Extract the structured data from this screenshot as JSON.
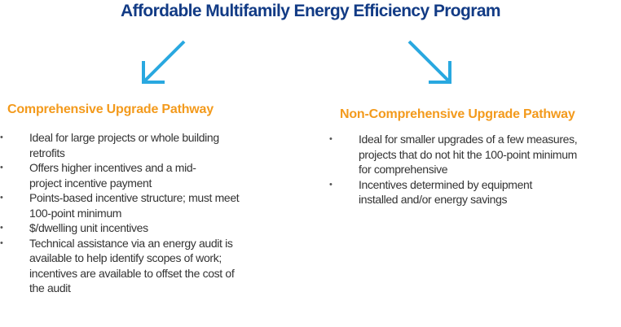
{
  "title": "Affordable Multifamily Energy Efficiency Program",
  "colors": {
    "title": "#123b85",
    "heading": "#f39a1c",
    "arrow": "#29a8e0",
    "body_text": "#333333"
  },
  "icons": {
    "left_arrow": "arrow-down-left-icon",
    "right_arrow": "arrow-down-right-icon"
  },
  "left": {
    "heading": "Comprehensive Upgrade Pathway",
    "bullets": [
      "Ideal for large projects or whole building retrofits",
      "Offers higher incentives and a mid-project incentive payment",
      "Points-based incentive structure; must meet 100-point minimum",
      "$/dwelling unit incentives",
      "Technical assistance via an energy audit is available to help identify scopes of work; incentives are available to offset the cost of the audit"
    ]
  },
  "right": {
    "heading": "Non-Comprehensive Upgrade Pathway",
    "bullets": [
      "Ideal for smaller upgrades of a few measures, projects that do not hit the 100-point minimum for comprehensive",
      "Incentives determined by equipment installed and/or energy savings"
    ]
  }
}
